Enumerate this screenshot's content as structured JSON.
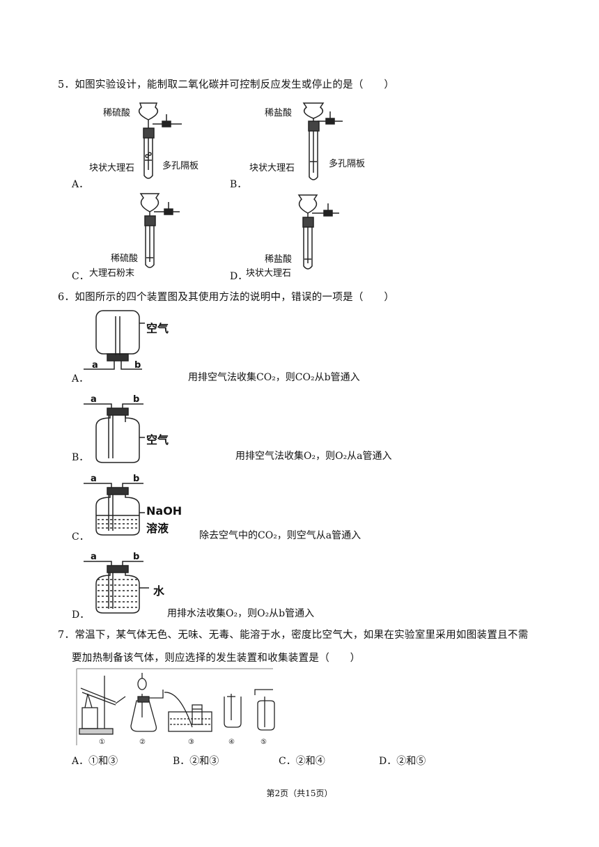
{
  "q5": {
    "stem": "5．如图实验设计，能制取二氧化碳并可控制反应发生或停止的是（　　）",
    "options": [
      {
        "letter": "A．",
        "acid": "稀硫酸",
        "solid": "块状大理石",
        "plate": "多孔隔板"
      },
      {
        "letter": "B．",
        "acid": "稀盐酸",
        "solid": "块状大理石",
        "plate": "多孔隔板"
      },
      {
        "letter": "C．",
        "acid": "稀硫酸",
        "solid": "大理石粉末"
      },
      {
        "letter": "D．",
        "acid": "稀盐酸",
        "solid": "块状大理石"
      }
    ]
  },
  "q6": {
    "stem": "6．如图所示的四个装置图及其使用方法的说明中，错误的一项是（　　）",
    "options": [
      {
        "letter": "A．",
        "a": "a",
        "b": "b",
        "content": "空气",
        "desc": "用排空气法收集CO₂，则CO₂从b管通入"
      },
      {
        "letter": "B．",
        "a": "a",
        "b": "b",
        "content": "空气",
        "desc": "用排空气法收集O₂，则O₂从a管通入"
      },
      {
        "letter": "C．",
        "a": "a",
        "b": "b",
        "content1": "NaOH",
        "content2": "溶液",
        "desc": "除去空气中的CO₂，则空气从a管通入"
      },
      {
        "letter": "D．",
        "a": "a",
        "b": "b",
        "content": "水",
        "desc": "用排水法收集O₂，则O₂从b管通入"
      }
    ]
  },
  "q7": {
    "stem_line1": "7．常温下，某气体无色、无味、无毒、能溶于水，密度比空气大，如果在实验室里采用如图装置且不需",
    "stem_line2": "要加热制备该气体，则应选择的发生装置和收集装置是（　　）",
    "figure_labels": [
      "①",
      "②",
      "③",
      "④",
      "⑤"
    ],
    "options": [
      {
        "letter": "A．",
        "text": "①和③"
      },
      {
        "letter": "B．",
        "text": "②和③"
      },
      {
        "letter": "C．",
        "text": "②和④"
      },
      {
        "letter": "D．",
        "text": "②和⑤"
      }
    ]
  },
  "footer": {
    "text": "第2页（共15页）"
  }
}
